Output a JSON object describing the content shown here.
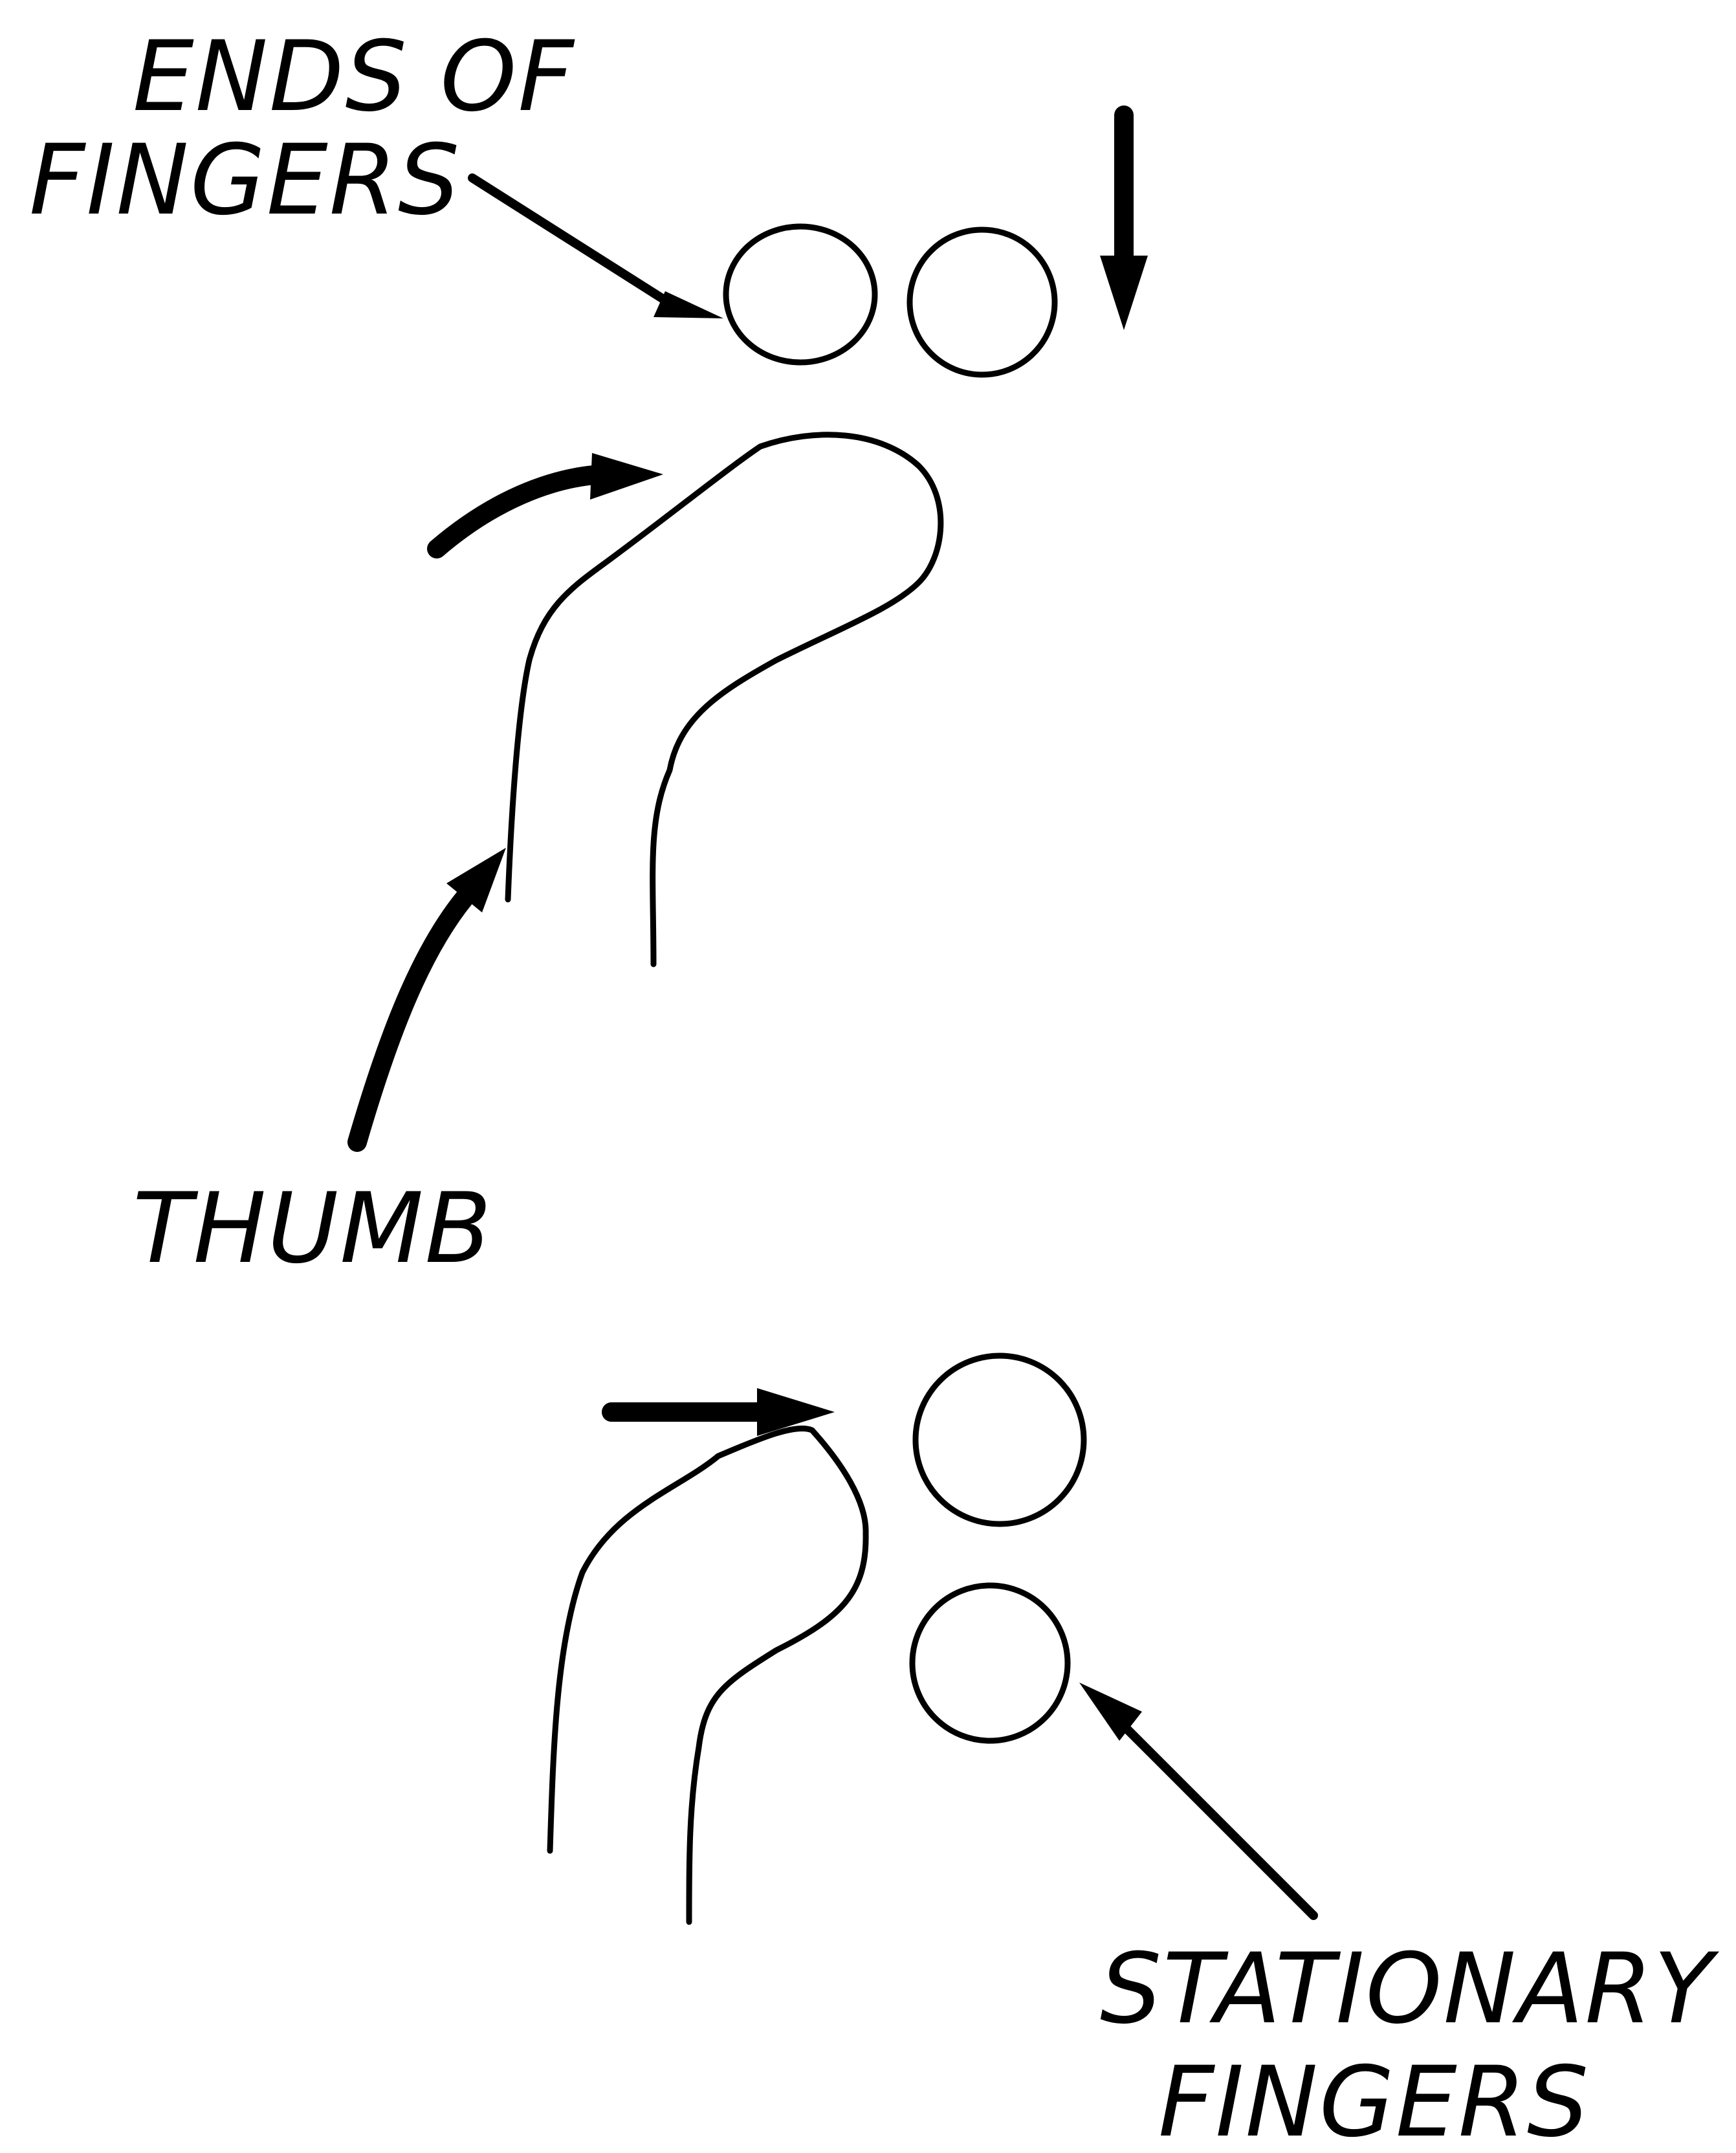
{
  "labels": {
    "ends_of_fingers_line1": "ENDS OF",
    "ends_of_fingers_line2": "FINGERS",
    "thumb": "THUMB",
    "stationary_fingers_line1": "STATIONARY",
    "stationary_fingers_line2": "FINGERS"
  },
  "colors": {
    "ink": "#000000",
    "background": "#ffffff"
  }
}
